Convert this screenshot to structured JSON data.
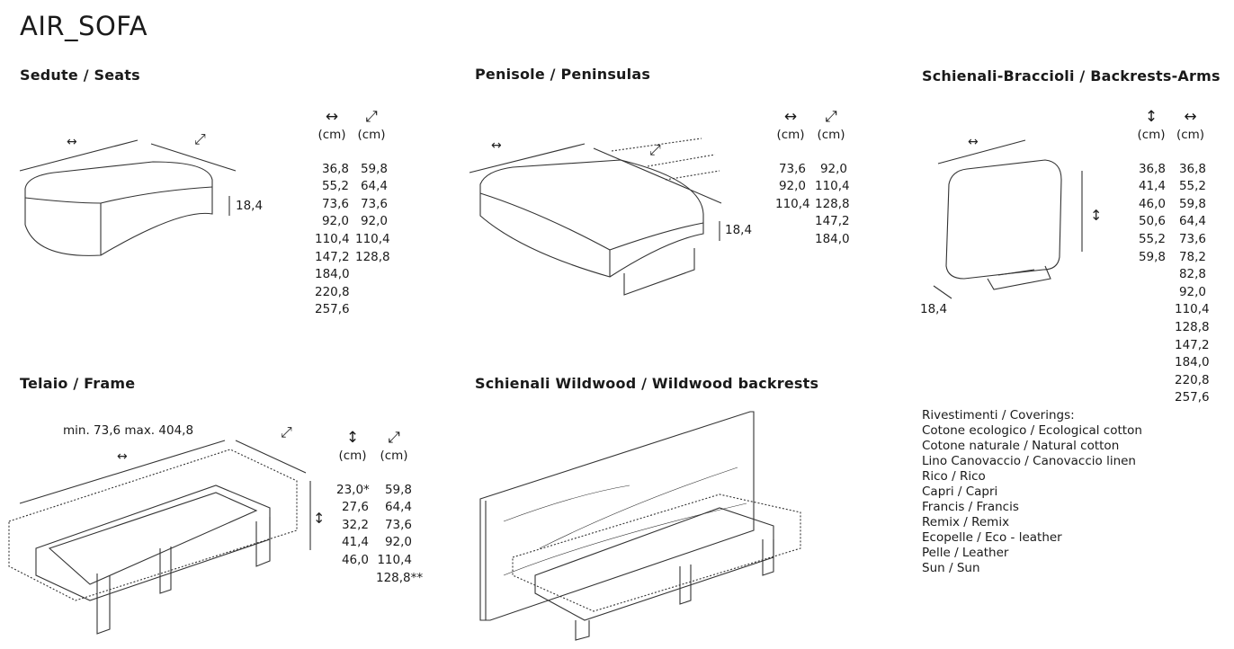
{
  "title": "AIR_SOFA",
  "sections": {
    "seats": {
      "heading": "Sedute / Seats",
      "height_label": "18,4",
      "columns": [
        {
          "icon": "↔",
          "unit": "(cm)",
          "values": [
            "36,8",
            "55,2",
            "73,6",
            "92,0",
            "110,4",
            "147,2",
            "184,0",
            "220,8",
            "257,6"
          ]
        },
        {
          "icon": "⤢",
          "unit": "(cm)",
          "values": [
            "59,8",
            "64,4",
            "73,6",
            "92,0",
            "110,4",
            "128,8"
          ]
        }
      ]
    },
    "peninsulas": {
      "heading": "Penisole / Peninsulas",
      "height_label": "18,4",
      "columns": [
        {
          "icon": "↔",
          "unit": "(cm)",
          "values": [
            "73,6",
            "92,0",
            "110,4"
          ]
        },
        {
          "icon": "⤢",
          "unit": "(cm)",
          "values": [
            "92,0",
            "110,4",
            "128,8",
            "147,2",
            "184,0"
          ]
        }
      ]
    },
    "backrests": {
      "heading": "Schienali-Braccioli / Backrests-Arms",
      "depth_label": "18,4",
      "columns": [
        {
          "icon": "↕",
          "unit": "(cm)",
          "values": [
            "36,8",
            "41,4",
            "46,0",
            "50,6",
            "55,2",
            "59,8"
          ]
        },
        {
          "icon": "↔",
          "unit": "(cm)",
          "values": [
            "36,8",
            "55,2",
            "59,8",
            "64,4",
            "73,6",
            "78,2",
            "82,8",
            "92,0",
            "110,4",
            "128,8",
            "147,2",
            "184,0",
            "220,8",
            "257,6"
          ]
        }
      ]
    },
    "frame": {
      "heading": "Telaio / Frame",
      "length_label": "min. 73,6 max. 404,8",
      "columns": [
        {
          "icon": "↕",
          "unit": "(cm)",
          "values": [
            "23,0*",
            "27,6",
            "32,2",
            "41,4",
            "46,0"
          ]
        },
        {
          "icon": "⤢",
          "unit": "(cm)",
          "values": [
            "59,8",
            "64,4",
            "73,6",
            "92,0",
            "110,4",
            "128,8**"
          ]
        }
      ]
    },
    "wildwood": {
      "heading": "Schienali Wildwood / Wildwood backrests"
    }
  },
  "coverings": [
    "Rivestimenti / Coverings:",
    "Cotone ecologico / Ecological cotton",
    "Cotone naturale / Natural cotton",
    "Lino Canovaccio / Canovaccio linen",
    "Rico / Rico",
    "Capri / Capri",
    "Francis / Francis",
    "Remix / Remix",
    "Ecopelle / Eco - leather",
    "Pelle / Leather",
    "Sun / Sun"
  ]
}
